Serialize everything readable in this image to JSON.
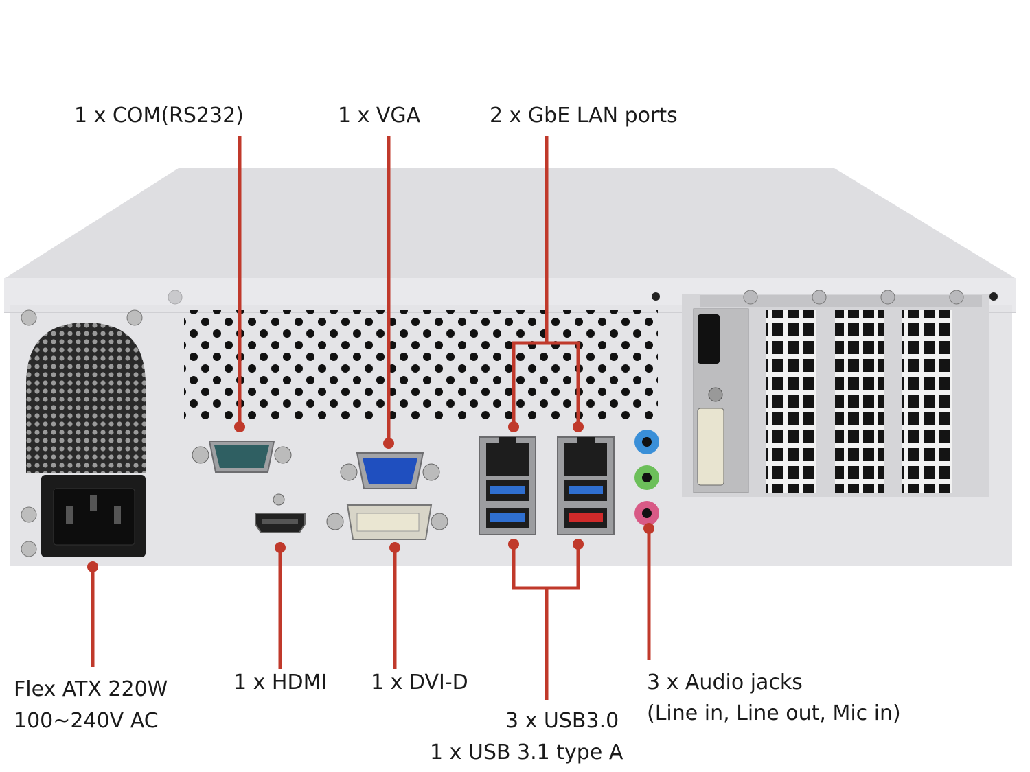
{
  "labels": {
    "com": "1 x COM(RS232)",
    "vga": "1 x VGA",
    "lan": "2 x GbE LAN ports",
    "psu_line1": "Flex ATX 220W",
    "psu_line2": "100~240V AC",
    "hdmi": "1 x HDMI",
    "dvi": "1 x DVI-D",
    "usb_line1": "3 x USB3.0",
    "usb_line2": "1 x USB 3.1 type A",
    "audio_line1": "3 x Audio jacks",
    "audio_line2": "(Line in, Line out, Mic in)"
  },
  "colors": {
    "callout_line": "#c0392b",
    "chassis": "#e6e6e8",
    "chassis_top": "#dcdcdf",
    "port_vga": "#1f4fbf",
    "port_com": "#2f5f62",
    "usb30": "#2f6fd0",
    "usb31": "#d02a2a",
    "audio_line_in": "#3a8fd8",
    "audio_line_out": "#6cbf5a",
    "audio_mic_in": "#d85a86"
  }
}
